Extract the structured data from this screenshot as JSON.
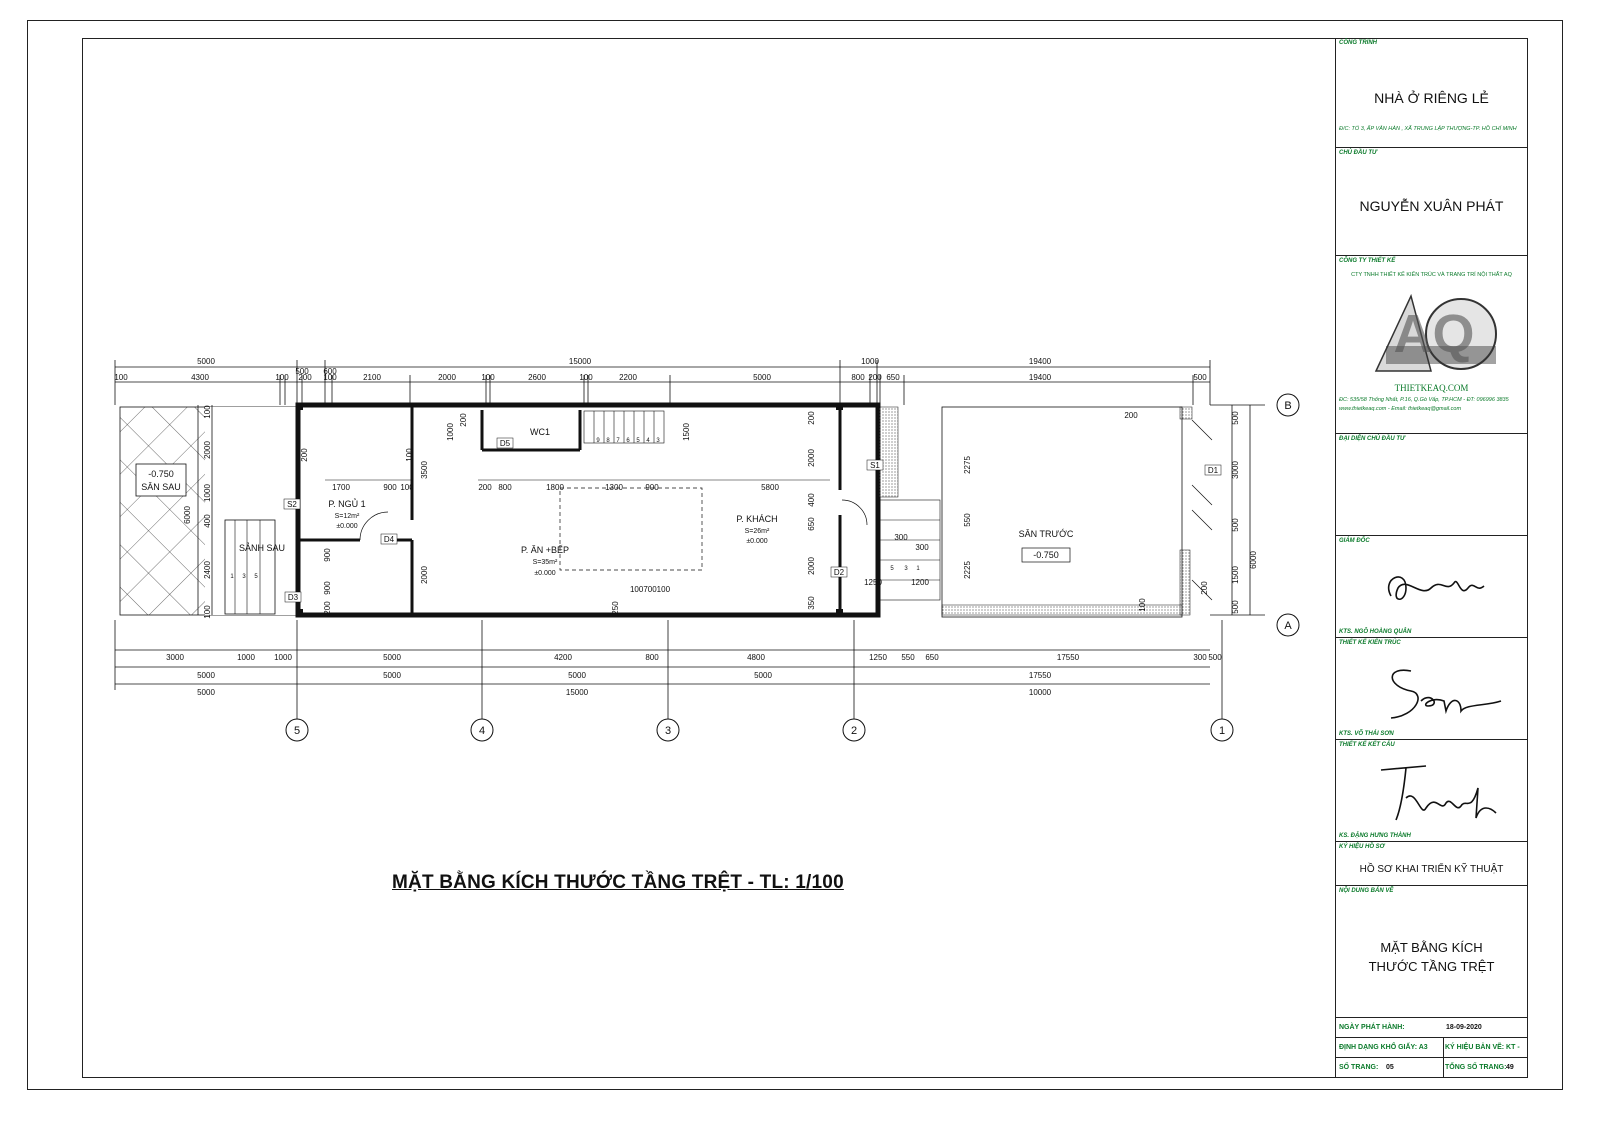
{
  "drawing_title": "MẶT BẰNG KÍCH THƯỚC TẦNG TRỆT - TL: 1/100",
  "title_block": {
    "project_label": "CÔNG TRÌNH",
    "project_name": "NHÀ Ở RIÊNG LẺ",
    "project_address": "Đ/C: TỔ 3, ẤP VÂN HÀN , XÃ TRUNG LẬP THƯỢNG-TP. HỒ CHÍ MINH",
    "owner_label": "CHỦ ĐẦU TƯ",
    "owner_name": "NGUYỄN XUÂN PHÁT",
    "design_company_label": "CÔNG TY THIẾT KẾ",
    "design_company_name": "CTY TNHH THIẾT KẾ KIẾN TRÚC VÀ TRANG TRÍ NỘI THẤT AQ",
    "logo_text": "AQ",
    "website": "THIETKEAQ.COM",
    "company_address": "ĐC: 535/58 Thống Nhất, P.16, Q.Gò Vấp, TP.HCM - ĐT: 096996 3835",
    "company_contact": "www.thietkeaq.com - Email: thietkeaq@gmail.com",
    "owner_rep_label": "ĐẠI DIỆN CHỦ ĐẦU TƯ",
    "director_label": "GIÁM ĐỐC",
    "director_name": "KTS. NGÔ HOÀNG QUÂN",
    "arch_label": "THIẾT KẾ KIẾN TRÚC",
    "arch_name": "KTS. VÕ THÁI SƠN",
    "struct_label": "THIẾT KẾ KẾT CẤU",
    "struct_name": "KS. ĐẶNG HƯNG THÀNH",
    "doc_code_label": "KÝ HIỆU HỒ SƠ",
    "doc_code_value": "HỒ SƠ KHAI TRIỂN KỸ THUẬT",
    "content_label": "NỘI DUNG BẢN VẼ",
    "content_line1": "MẶT BẰNG KÍCH",
    "content_line2": "THƯỚC TẦNG TRỆT",
    "issue_date_label": "NGÀY PHÁT HÀNH:",
    "issue_date_value": "18-09-2020",
    "paper_label": "ĐỊNH DẠNG KHỔ GIẤY: A3",
    "sheet_code_label": "KÝ HIỆU BẢN VẼ: KT -",
    "page_label": "SỐ TRANG:",
    "page_value": "05",
    "total_label": "TỔNG SỐ TRANG:",
    "total_value": "49"
  },
  "rooms": {
    "san_sau_level": "-0.750",
    "san_sau": "SÂN SAU",
    "sanh_sau": "SẢNH SAU",
    "p_ngu": "P. NGỦ 1",
    "p_ngu_area": "S=12m²",
    "p_ngu_level": "±0.000",
    "wc": "WC1",
    "p_an": "P. ĂN +BẾP",
    "p_an_area": "S=35m²",
    "p_an_level": "±0.000",
    "p_khach": "P. KHÁCH",
    "p_khach_area": "S=26m²",
    "p_khach_level": "±0.000",
    "san_truoc": "SÂN TRƯỚC",
    "san_truoc_level": "-0.750"
  },
  "doors": [
    "D5",
    "D4",
    "D3",
    "S2",
    "S1",
    "D2",
    "D1"
  ],
  "axes": {
    "vertical": [
      "5",
      "4",
      "3",
      "2",
      "1"
    ],
    "horizontal": [
      "B",
      "A"
    ]
  },
  "dims": {
    "top1": [
      "5000",
      "500",
      "600",
      "15000",
      "1000",
      "19400"
    ],
    "top2": [
      "100",
      "4300",
      "100",
      "200",
      "100",
      "2100",
      "2000",
      "100",
      "2600",
      "100",
      "2200",
      "5000",
      "800",
      "200",
      "650",
      "19400",
      "500"
    ],
    "inner_top": [
      "200",
      "800",
      "1800",
      "1300",
      "900",
      "5800",
      "1700",
      "900",
      "100"
    ],
    "bottom1": [
      "3000",
      "1000",
      "1000",
      "5000",
      "4200",
      "800",
      "4800",
      "1250",
      "550",
      "650",
      "17550",
      "300",
      "500"
    ],
    "bottom2": [
      "5000",
      "5000",
      "5000",
      "5000",
      "17550"
    ],
    "bottom3": [
      "5000",
      "15000",
      "10000"
    ],
    "left": [
      "6000",
      "100",
      "2000",
      "1000",
      "400",
      "2400",
      "100"
    ],
    "right": [
      "500",
      "3000",
      "500",
      "1500",
      "500",
      "6000"
    ],
    "misc": [
      "1000",
      "200",
      "3500",
      "2000",
      "900",
      "900",
      "200",
      "250",
      "1500",
      "100700100",
      "200",
      "2000",
      "400",
      "650",
      "2000",
      "350",
      "1250",
      "1200",
      "300",
      "300",
      "2275",
      "550",
      "2225",
      "200",
      "100",
      "200",
      "200",
      "100",
      "9",
      "8",
      "7",
      "6",
      "5",
      "4",
      "3",
      "1",
      "3",
      "5",
      "1",
      "3",
      "5"
    ]
  }
}
